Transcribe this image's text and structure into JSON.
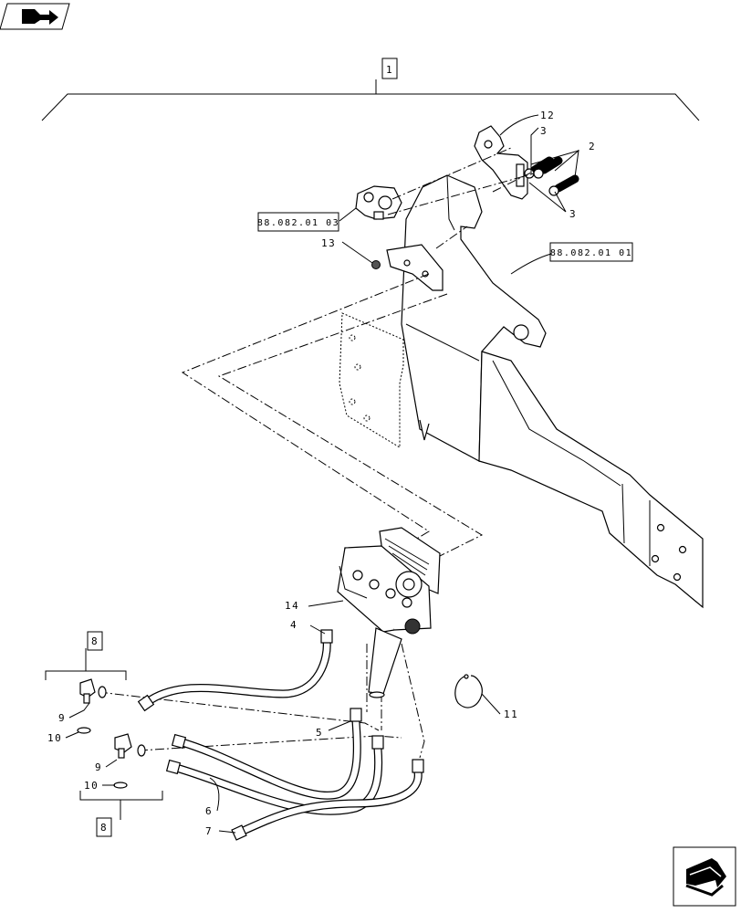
{
  "icons": {
    "top_left": "book-arrow-icon",
    "bottom_right": "next-page-arrow-icon"
  },
  "callouts": {
    "c1": "1",
    "c2": "2",
    "c3a": "3",
    "c3b": "3",
    "c4": "4",
    "c5": "5",
    "c6": "6",
    "c7": "7",
    "c8a": "8",
    "c8b": "8",
    "c9a": "9",
    "c9b": "9",
    "c10a": "10",
    "c10b": "10",
    "c11": "11",
    "c12": "12",
    "c13": "13",
    "c14": "14"
  },
  "references": {
    "ref_a": "88.082.01 03",
    "ref_b": "88.082.01 01"
  }
}
